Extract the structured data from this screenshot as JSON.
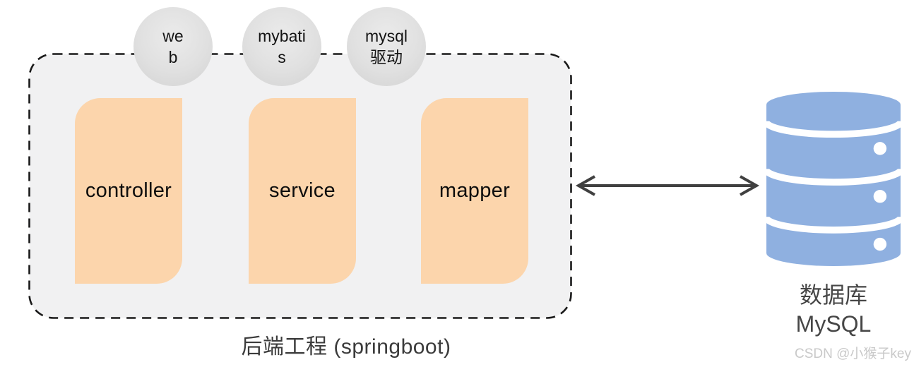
{
  "backend": {
    "caption": "后端工程 (springboot)",
    "modules": [
      {
        "label": "controller"
      },
      {
        "label": "service"
      },
      {
        "label": "mapper"
      }
    ],
    "dependencies": [
      {
        "name": "web",
        "lines": [
          "we",
          "b"
        ]
      },
      {
        "name": "mybatis",
        "lines": [
          "mybati",
          "s"
        ]
      },
      {
        "name": "mysql-driver",
        "lines": [
          "mysql",
          "驱动"
        ]
      }
    ]
  },
  "database": {
    "label_lines": [
      "数据库",
      "MySQL"
    ]
  },
  "watermark": "CSDN @小猴子key",
  "colors": {
    "module_fill": "#fcd5ac",
    "container_fill": "#f1f1f2",
    "dashed_border": "#1a1a1a",
    "circle_fill": "#dedede",
    "arrow": "#404040",
    "database_blue": "#8fb0e0",
    "caption_text": "#3b3b3b",
    "watermark_text": "#c9c9c9"
  }
}
